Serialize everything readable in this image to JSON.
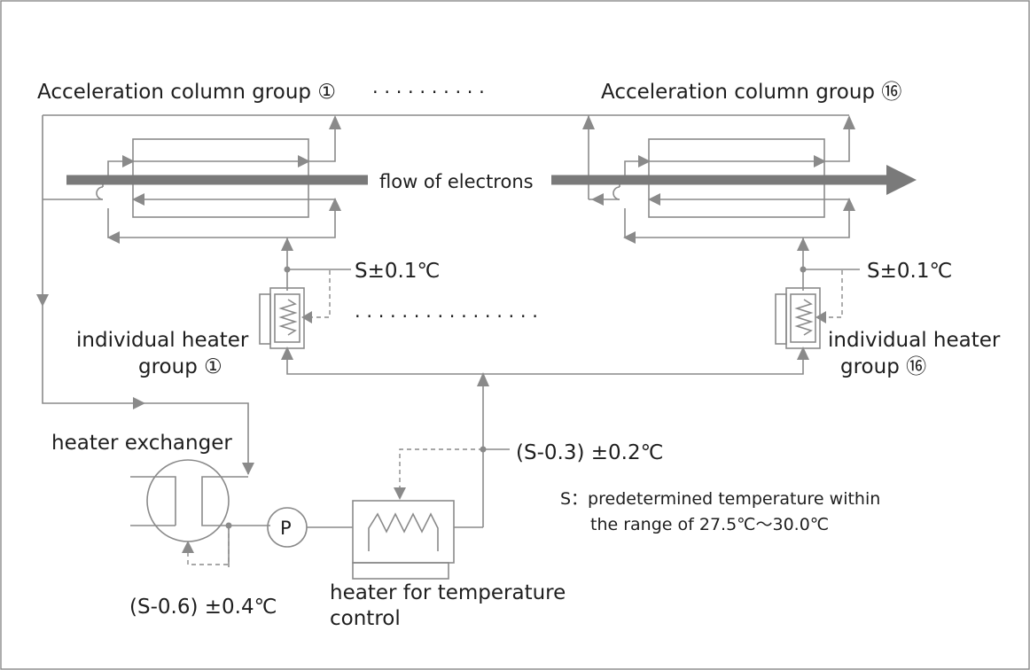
{
  "labels": {
    "group1_title": "Acceleration column group ①",
    "group16_title": "Acceleration column group ⑯",
    "title_dots": "· · · · · · · · · ·",
    "flow": "flow of electrons",
    "s_tol_left": "S±0.1℃",
    "s_tol_right": "S±0.1℃",
    "heater_dots": "· · · · · · · · · · · · · · · ·",
    "ind_heater_left_line1": "individual heater",
    "ind_heater_left_line2": "group ①",
    "ind_heater_right_line1": "individual heater",
    "ind_heater_right_line2": "group ⑯",
    "heat_exchanger": "heater exchanger",
    "s03": "(S-0.3) ±0.2℃",
    "note_line1": "S：predetermined temperature within",
    "note_line2": "the range of 27.5℃～30.0℃",
    "pump": "P",
    "s06": "(S-0.6) ±0.4℃",
    "temp_heater_line1": "heater for temperature",
    "temp_heater_line2": "control"
  }
}
